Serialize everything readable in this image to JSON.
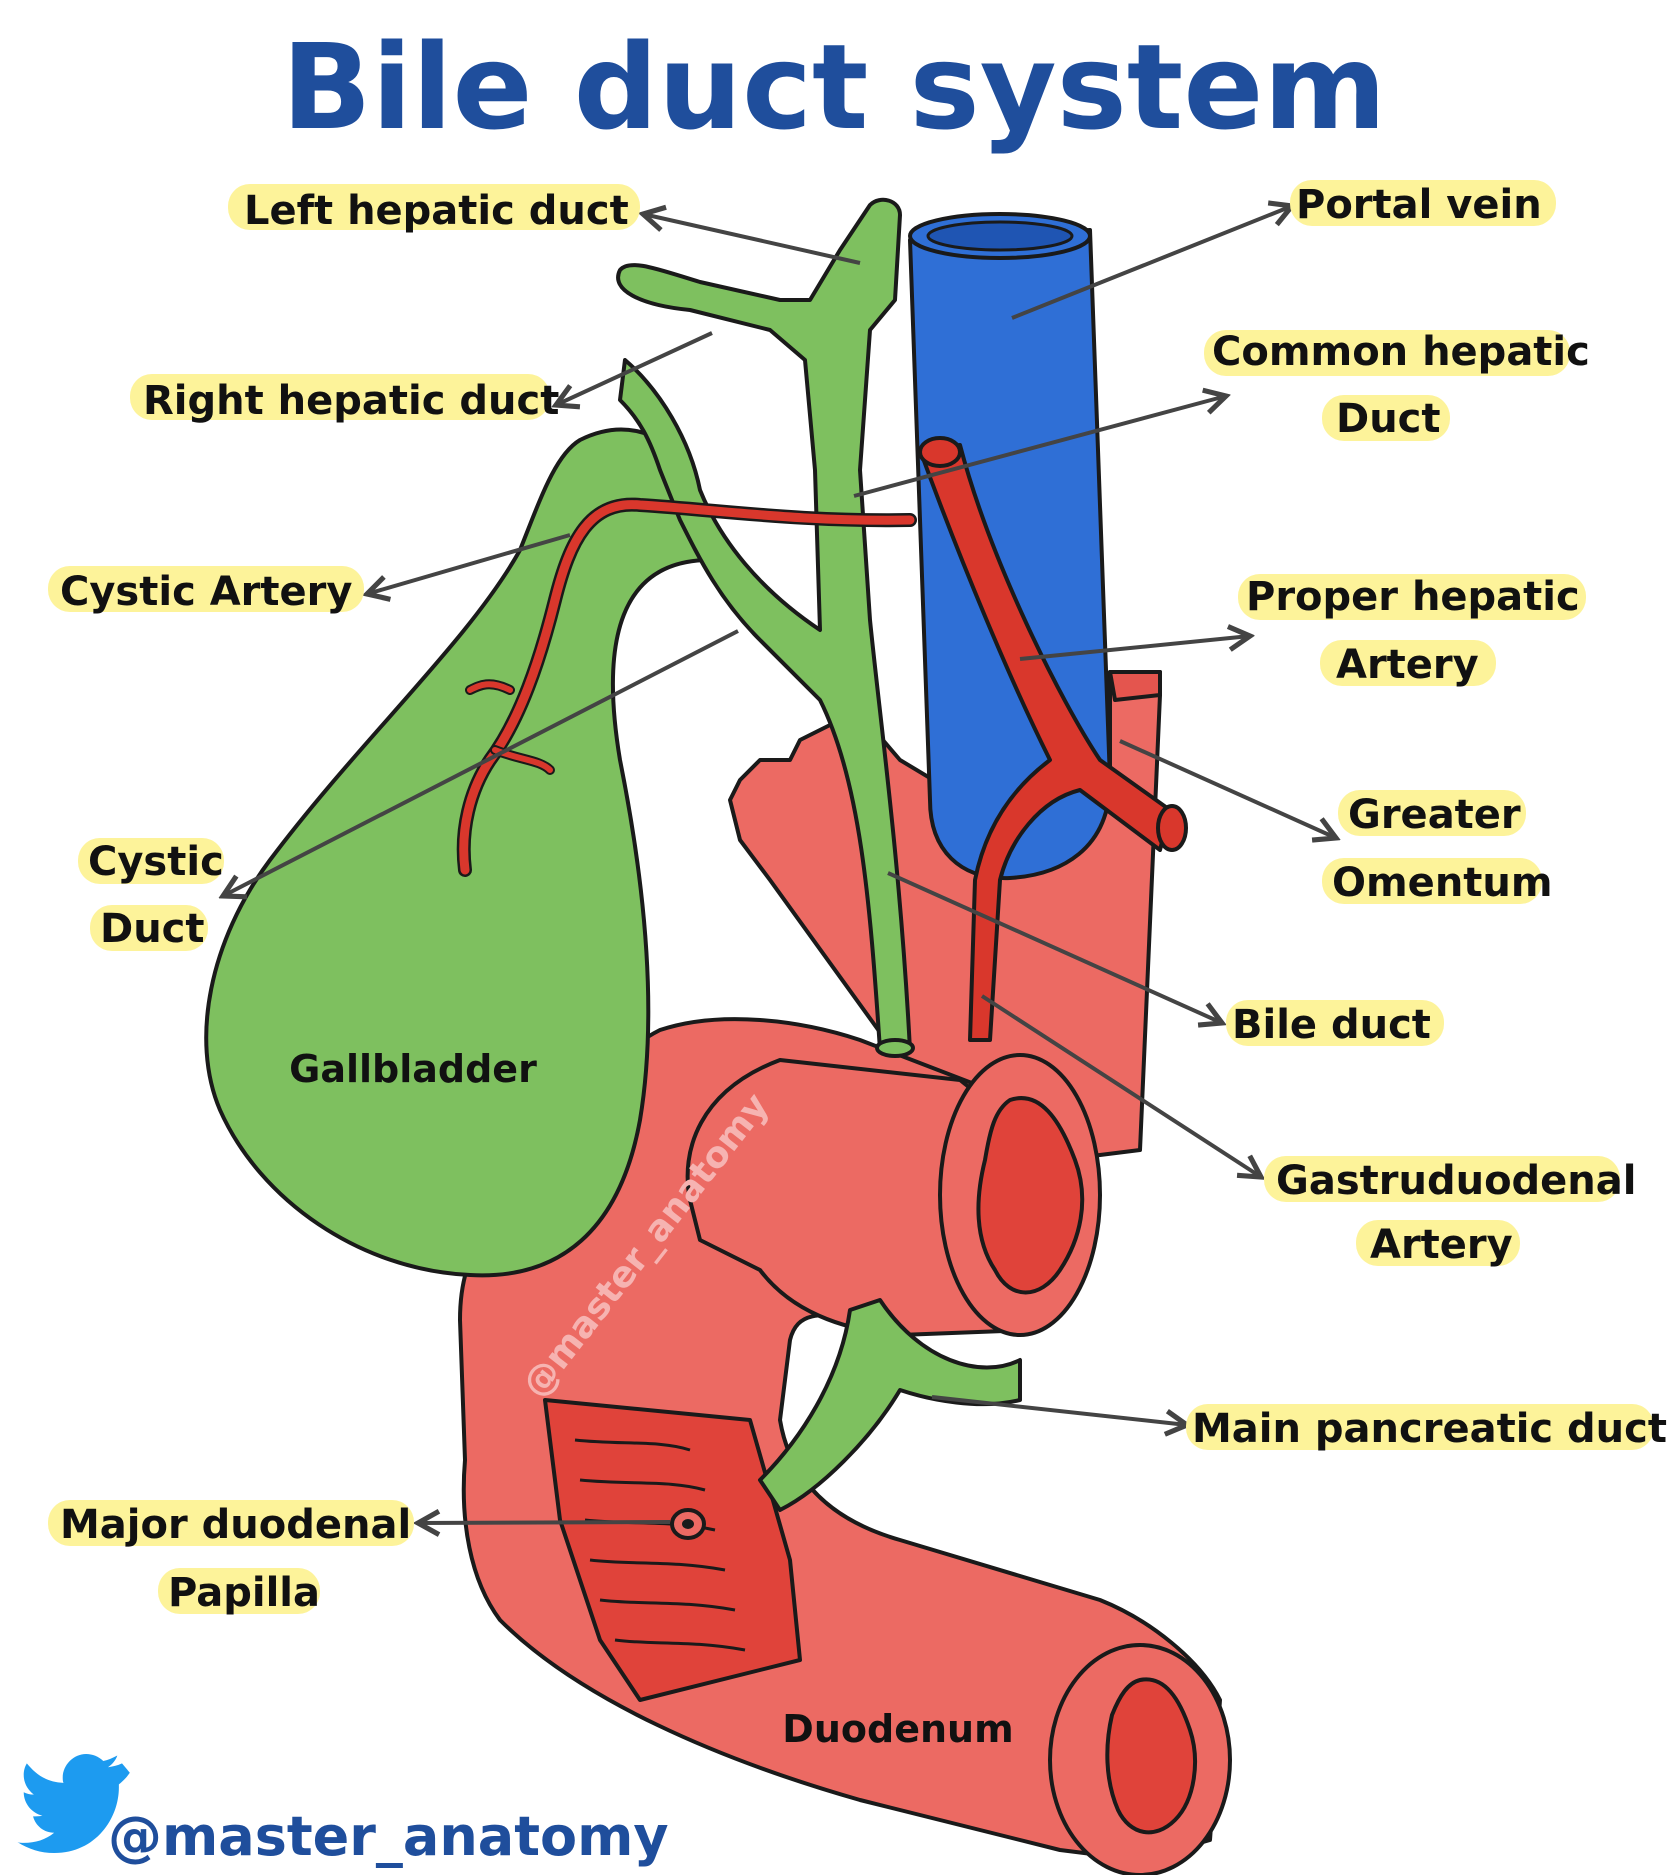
{
  "title": "Bile duct system",
  "labels": {
    "left_hepatic_duct": "Left hepatic duct",
    "right_hepatic_duct": "Right hepatic duct",
    "cystic_artery": "Cystic Artery",
    "cystic_duct_1": "Cystic",
    "cystic_duct_2": "Duct",
    "portal_vein": "Portal vein",
    "common_hepatic_duct_1": "Common hepatic",
    "common_hepatic_duct_2": "Duct",
    "proper_hepatic_artery_1": "Proper hepatic",
    "proper_hepatic_artery_2": "Artery",
    "greater_omentum_1": "Greater",
    "greater_omentum_2": "Omentum",
    "bile_duct": "Bile duct",
    "gastroduodenal_artery_1": "Gastruduodenal",
    "gastroduodenal_artery_2": "Artery",
    "main_pancreatic_duct": "Main pancreatic duct",
    "major_duodenal_papilla_1": "Major duodenal",
    "major_duodenal_papilla_2": "Papilla",
    "gallbladder": "Gallbladder",
    "duodenum": "Duodenum"
  },
  "watermark": "@master_anatomy",
  "credit": {
    "icon": "twitter-bird-icon",
    "handle": "@master_anatomy"
  },
  "colors": {
    "title": "#1f4e9c",
    "highlight": "#fdf39a",
    "gallbladder_duct": "#7ec05f",
    "portal_vein": "#2f6fd6",
    "artery": "#d9372c",
    "duodenum": "#ec6a63",
    "duodenum_lumen": "#e0433a"
  }
}
